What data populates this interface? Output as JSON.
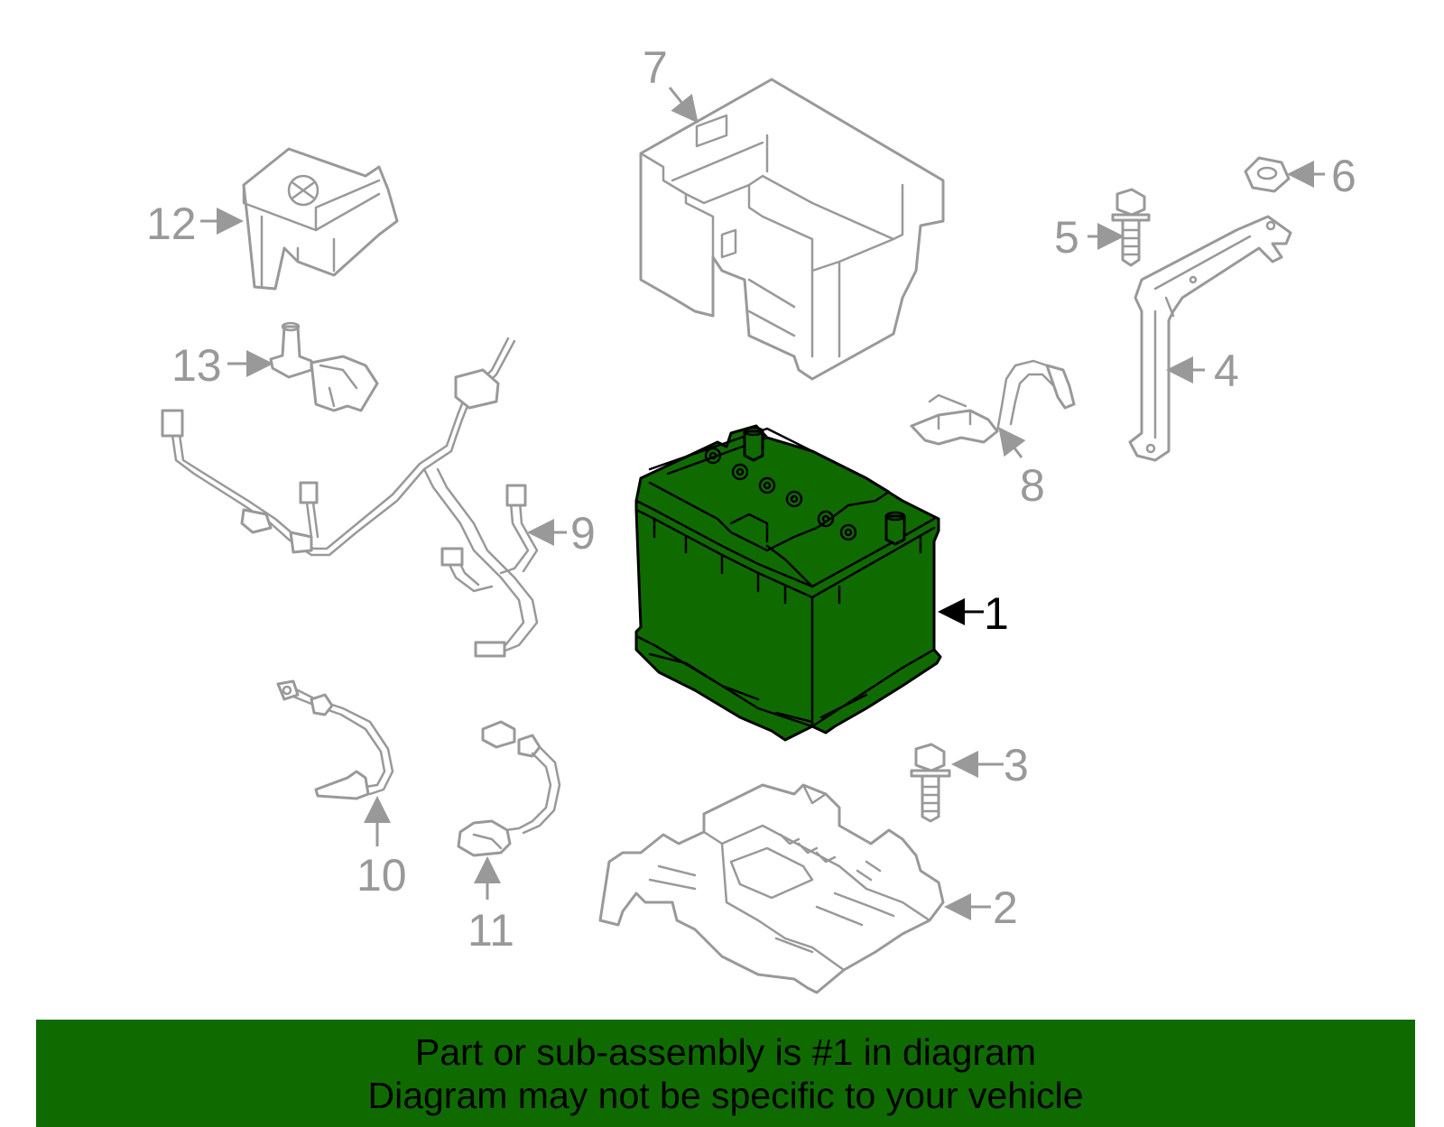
{
  "diagram": {
    "highlight_color": "#0f6b00",
    "callouts": [
      "1",
      "2",
      "3",
      "4",
      "5",
      "6",
      "7",
      "8",
      "9",
      "10",
      "11",
      "12",
      "13"
    ],
    "highlighted_callout": "1"
  },
  "banner": {
    "line1": "Part or sub-assembly is #1 in diagram",
    "line2": "Diagram may not be specific to your vehicle"
  }
}
